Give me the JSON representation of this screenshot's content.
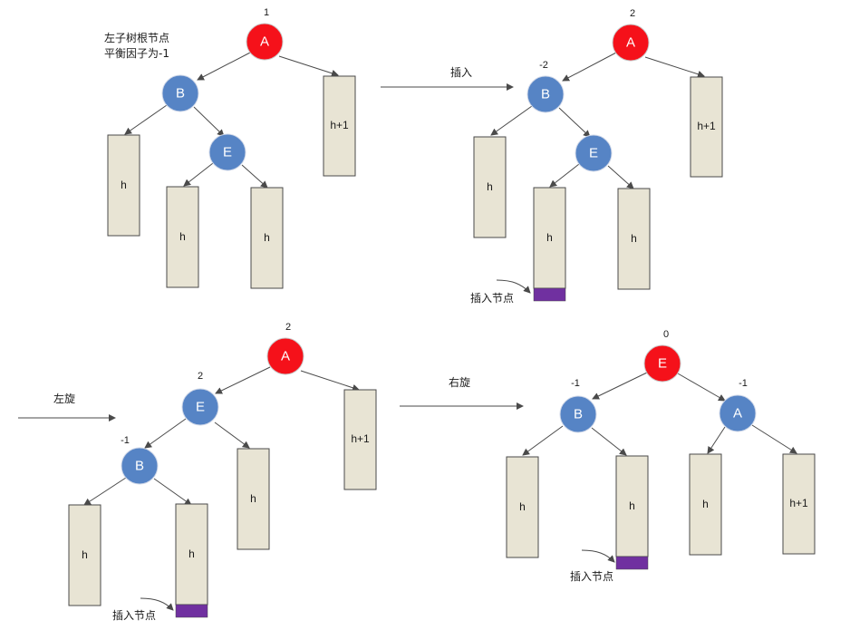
{
  "colors": {
    "red_node": "#f5111a",
    "blue_node": "#5684c5",
    "subtree_fill": "#e8e4d4",
    "insert_fill": "#7030a0",
    "edge": "#4a4a4a"
  },
  "captions": {
    "intro_line1": "左子树根节点",
    "intro_line2": "平衡因子为-1",
    "insert_step": "插入",
    "left_rotate_step": "左旋",
    "right_rotate_step": "右旋",
    "inserted_node": "插入节点"
  },
  "diagram1": {
    "A": {
      "label": "A",
      "bf": "1"
    },
    "B": {
      "label": "B"
    },
    "E": {
      "label": "E"
    },
    "t_h1": "h",
    "t_h2": "h",
    "t_h3": "h",
    "t_hp1": "h+1"
  },
  "diagram2": {
    "A": {
      "label": "A",
      "bf": "2"
    },
    "B": {
      "label": "B",
      "bf": "-2"
    },
    "E": {
      "label": "E"
    },
    "t_h1": "h",
    "t_h2": "h",
    "t_h3": "h",
    "t_hp1": "h+1"
  },
  "diagram3": {
    "A": {
      "label": "A",
      "bf": "2"
    },
    "E": {
      "label": "E",
      "bf": "2"
    },
    "B": {
      "label": "B",
      "bf": "-1"
    },
    "t_h1": "h",
    "t_h2": "h",
    "t_h3": "h",
    "t_hp1": "h+1"
  },
  "diagram4": {
    "E": {
      "label": "E",
      "bf": "0"
    },
    "B": {
      "label": "B",
      "bf": "-1"
    },
    "A": {
      "label": "A",
      "bf": "-1"
    },
    "t_h1": "h",
    "t_h2": "h",
    "t_h3": "h",
    "t_hp1": "h+1"
  }
}
